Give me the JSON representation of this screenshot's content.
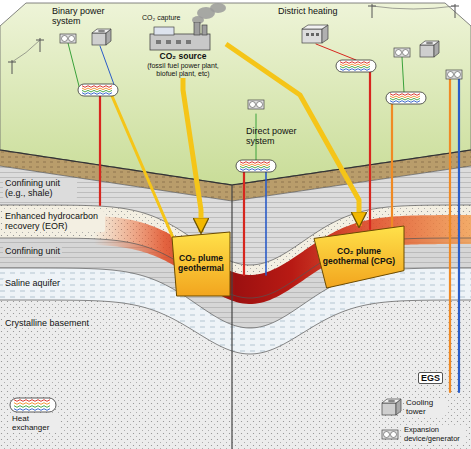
{
  "diagram": {
    "nodes": [
      {
        "text": [
          "CO₂ capture",
          "CO₂ source",
          "(fossil fuel power plant, biofuel plant, etc)"
        ]
      },
      {
        "text": [
          "CO₂ plume geothermal"
        ]
      },
      {
        "text": [
          "CO₂ plume geothermal (CPG)"
        ]
      }
    ],
    "edges": [
      {
        "from": 0,
        "to": 1,
        "arrow": "to"
      },
      {
        "from": 0,
        "to": 2,
        "arrow": "to"
      }
    ],
    "labels": [
      "Binary power system",
      "District heating",
      "Direct power system",
      "Confining unit (e.g., shale)",
      "Enhanced hydrocarbon recovery (EOR)",
      "Confining unit",
      "Saline aquifer",
      "Crystalline basement",
      "EGS"
    ],
    "legend": [
      {
        "text": "Heat exchanger"
      },
      {
        "text": "Cooling tower"
      },
      {
        "text": "Expansion device/generator"
      }
    ]
  }
}
